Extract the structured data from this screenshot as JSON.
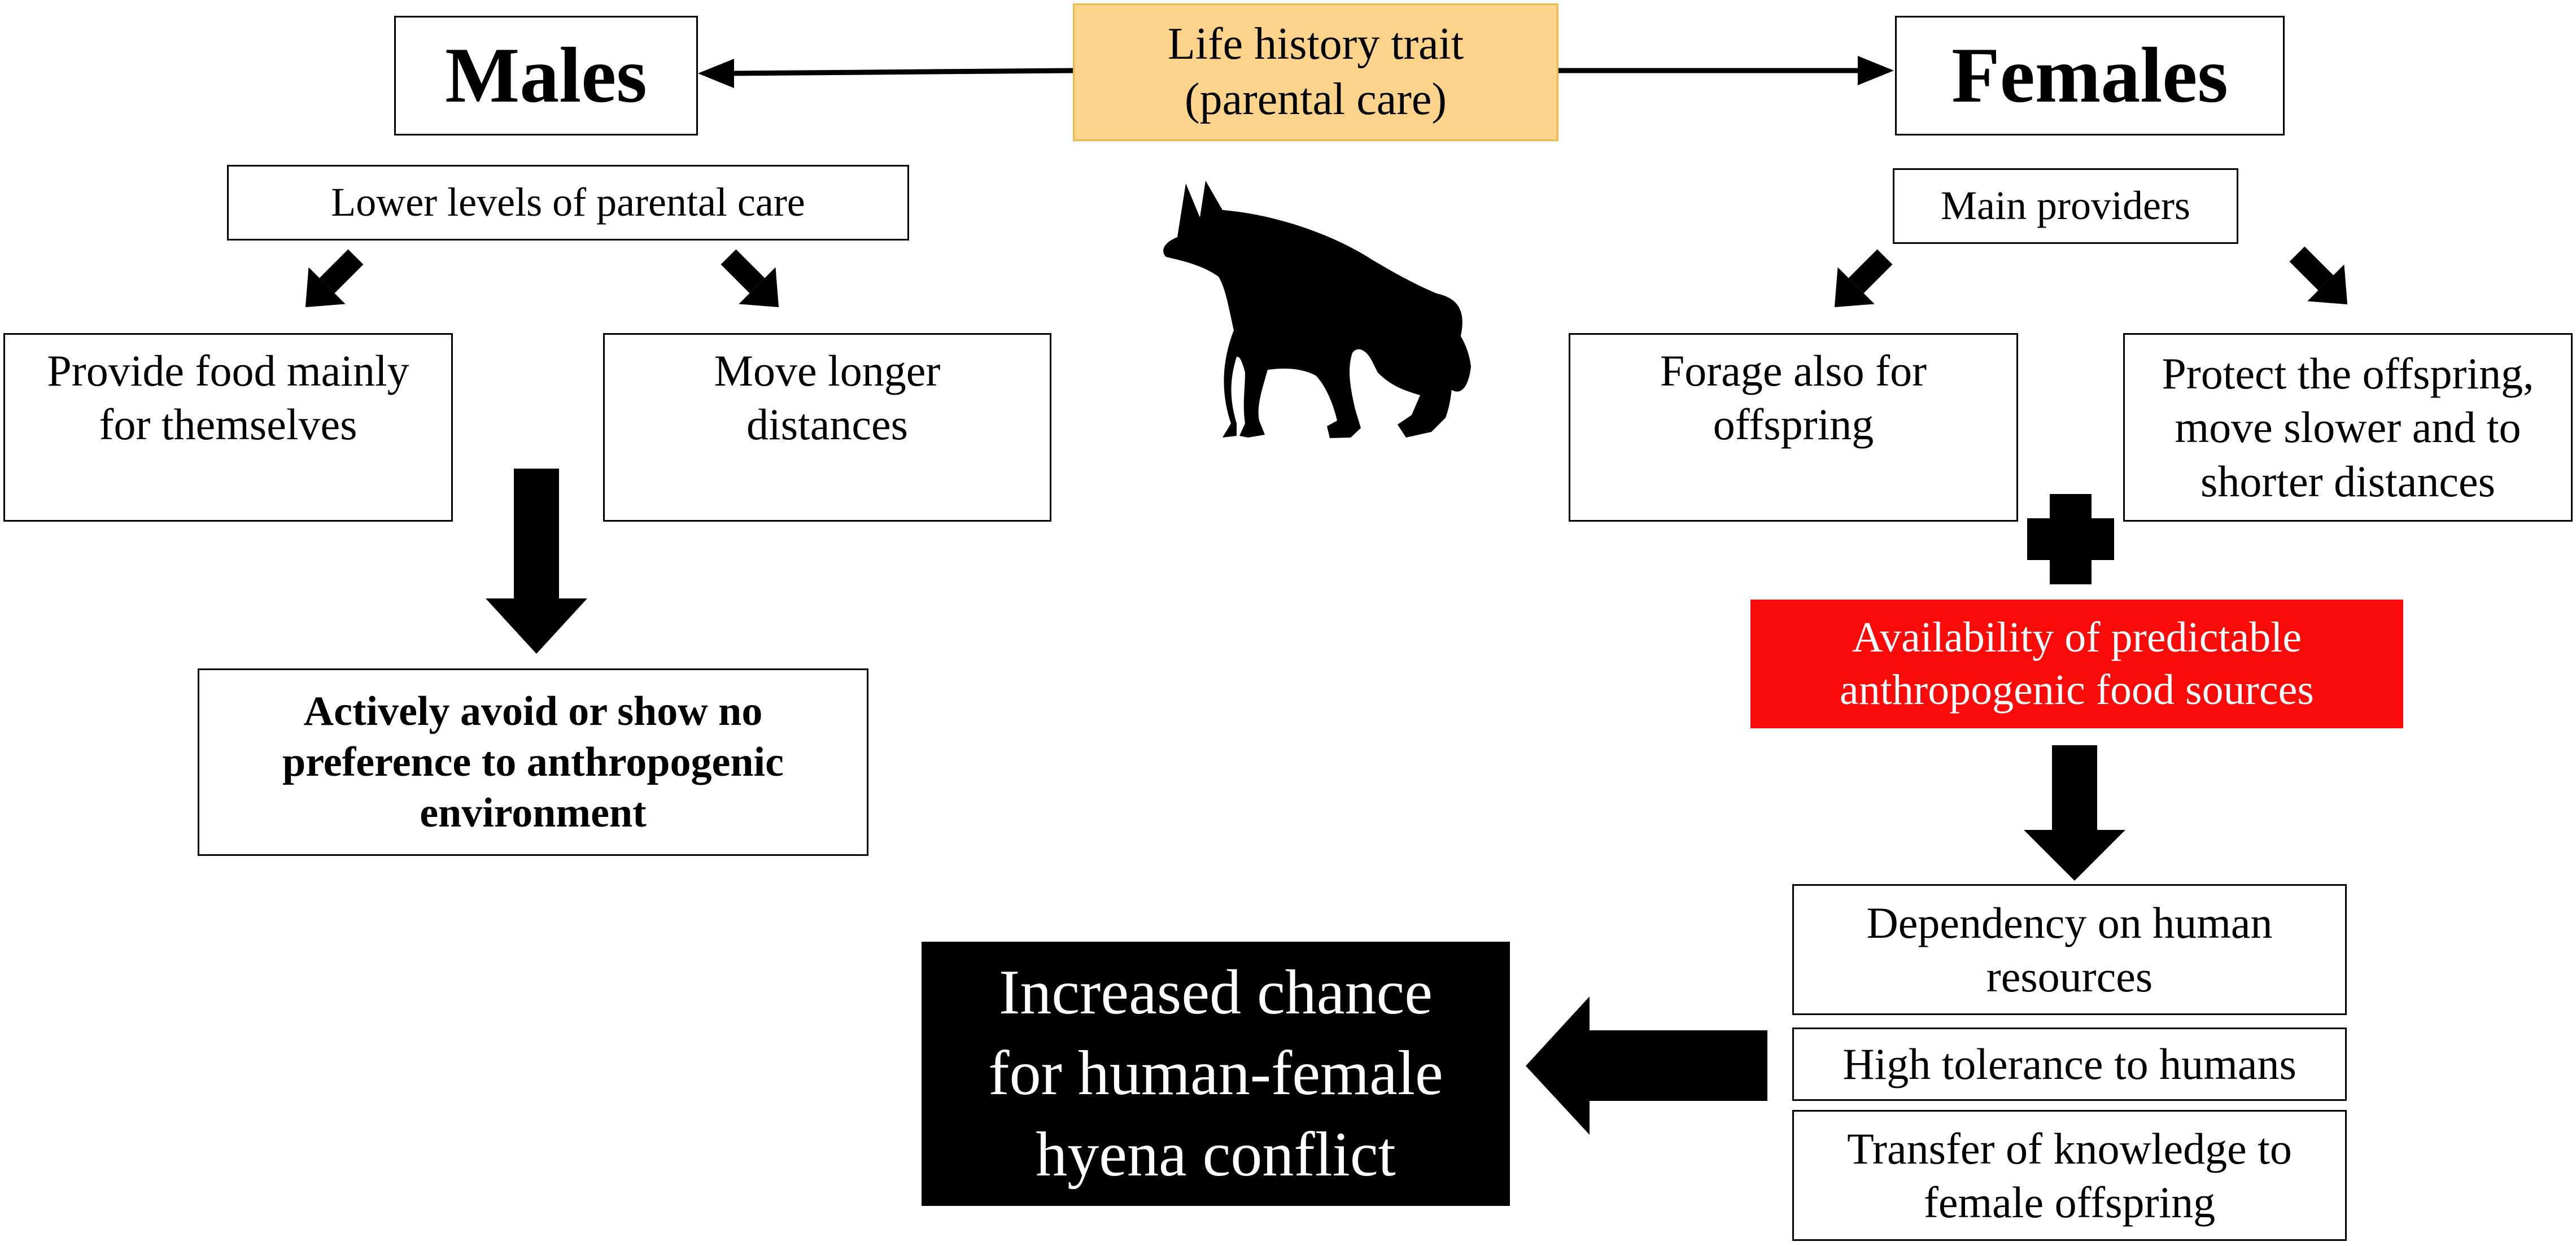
{
  "center": {
    "trait": "Life history trait\n(parental care)"
  },
  "males": {
    "title": "Males",
    "care": "Lower levels of parental care",
    "food": "Provide food mainly\nfor themselves",
    "move": "Move longer\ndistances",
    "outcome": "Actively avoid or show no\npreference to anthropogenic\nenvironment"
  },
  "females": {
    "title": "Females",
    "care": "Main providers",
    "forage": "Forage also for\noffspring",
    "protect": "Protect the offspring,\nmove slower and to\nshorter distances",
    "availability": "Availability of predictable\nanthropogenic food sources",
    "dependency": "Dependency on human\nresources",
    "tolerance": "High tolerance to humans",
    "transfer": "Transfer of knowledge to\nfemale offspring"
  },
  "result": "Increased chance\nfor human-female\nhyena conflict",
  "icons": {
    "hyena": "hyena-silhouette-icon",
    "plus": "plus-icon"
  },
  "colors": {
    "trait_fill": "#fbd38a",
    "availability_fill": "#fb0a0a",
    "result_fill": "#000000"
  }
}
